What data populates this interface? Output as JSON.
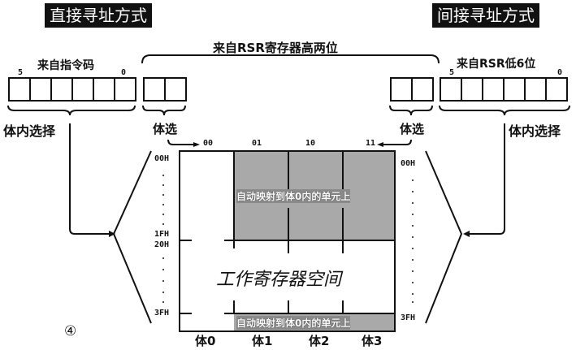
{
  "titles": {
    "direct": "直接寻址方式",
    "indirect": "间接寻址方式"
  },
  "top_label": "来自RSR寄存器高两位",
  "left_register": {
    "label": "来自指令码",
    "msb": "5",
    "lsb": "0",
    "bit_count": 6,
    "caption": "体内选择"
  },
  "right_register": {
    "label": "来自RSR低6位",
    "msb": "5",
    "lsb": "0",
    "bit_count": 6,
    "caption": "体内选择"
  },
  "left_bank_select": {
    "caption": "体选",
    "bit_count": 2
  },
  "right_bank_select": {
    "caption": "体选",
    "bit_count": 2
  },
  "bank_codes": [
    "00",
    "01",
    "10",
    "11"
  ],
  "addresses_left": {
    "top": "00H",
    "mid_upper": "1FH",
    "mid_lower": "20H",
    "bottom": "3FH"
  },
  "addresses_right": {
    "top": "00H",
    "bottom": "3FH"
  },
  "memory": {
    "mapped_caption_top": "自动映射到体0内的单元上",
    "mapped_caption_bottom": "自动映射到体0内的单元上",
    "working_space": "工作寄存器空间",
    "banks": [
      "体0",
      "体1",
      "体2",
      "体3"
    ],
    "shade_color": "#a9a9a9"
  },
  "figure_marker": "④"
}
